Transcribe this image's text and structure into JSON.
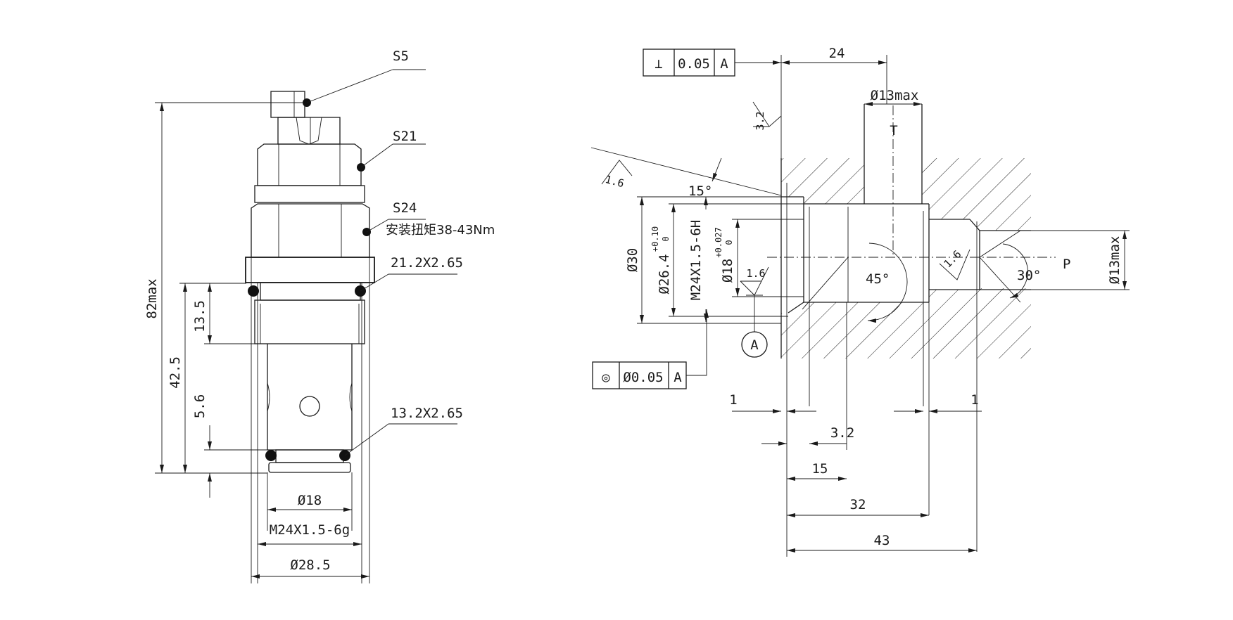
{
  "left_view": {
    "callouts": {
      "s5": "S5",
      "s21": "S21",
      "s24": "S24",
      "torque": "安装扭矩38-43Nm",
      "oring_top": "21.2X2.65",
      "oring_bottom": "13.2X2.65"
    },
    "dims": {
      "overall_height": "82max",
      "d42_5": "42.5",
      "d13_5": "13.5",
      "d5_6": "5.6",
      "dia18": "Ø18",
      "thread": "M24X1.5-6g",
      "dia28_5": "Ø28.5"
    }
  },
  "right_view": {
    "fcf_perp": {
      "symbol": "⊥",
      "tolerance": "0.05",
      "datum": "A"
    },
    "fcf_conc": {
      "symbol": "◎",
      "tolerance": "Ø0.05",
      "datum": "A"
    },
    "datum_label": "A",
    "roughness": {
      "r3_2": "3.2",
      "r1_6_a": "1.6",
      "r1_6_b": "1.6",
      "r1_6_c": "1.6"
    },
    "ports": {
      "t": "T",
      "p": "P"
    },
    "angles": {
      "a15": "15°",
      "a45": "45°",
      "a30": "30°"
    },
    "dims": {
      "d24": "24",
      "dia13_top": "Ø13max",
      "dia13_right": "Ø13max",
      "dia30": "Ø30",
      "dia26_4": "Ø26.4",
      "tol_26_4_up": "+0.10",
      "tol_26_4_lo": "0",
      "thread": "M24X1.5-6H",
      "dia18": "Ø18",
      "tol_18_up": "+0.027",
      "tol_18_lo": "0",
      "d1_left": "1",
      "d1_right": "1",
      "d3_2": "3.2",
      "d15": "15",
      "d32": "32",
      "d43": "43"
    }
  }
}
